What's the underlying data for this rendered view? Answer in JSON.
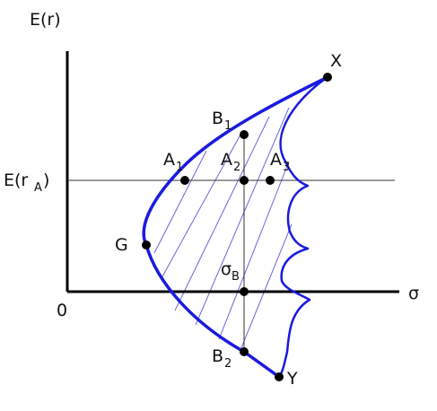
{
  "axes": {
    "y_label": "E(r)",
    "x_label": "σ",
    "origin_label": "0",
    "level_label_main": "E(r",
    "level_label_sub": "A",
    "level_label_close": ")"
  },
  "points": {
    "X": "X",
    "Y": "Y",
    "G": "G",
    "B1_main": "B",
    "B1_sub": "1",
    "B2_main": "B",
    "B2_sub": "2",
    "A1_main": "A",
    "A1_sub": "1",
    "A2_main": "A",
    "A2_sub": "2",
    "A3_main": "A",
    "A3_sub": "3",
    "sigmaB_main": "σ",
    "sigmaB_sub": "B"
  },
  "colors": {
    "frontier": "#1a1adf",
    "hatch": "#6666dd",
    "axis": "#000000",
    "guide": "#333333"
  }
}
